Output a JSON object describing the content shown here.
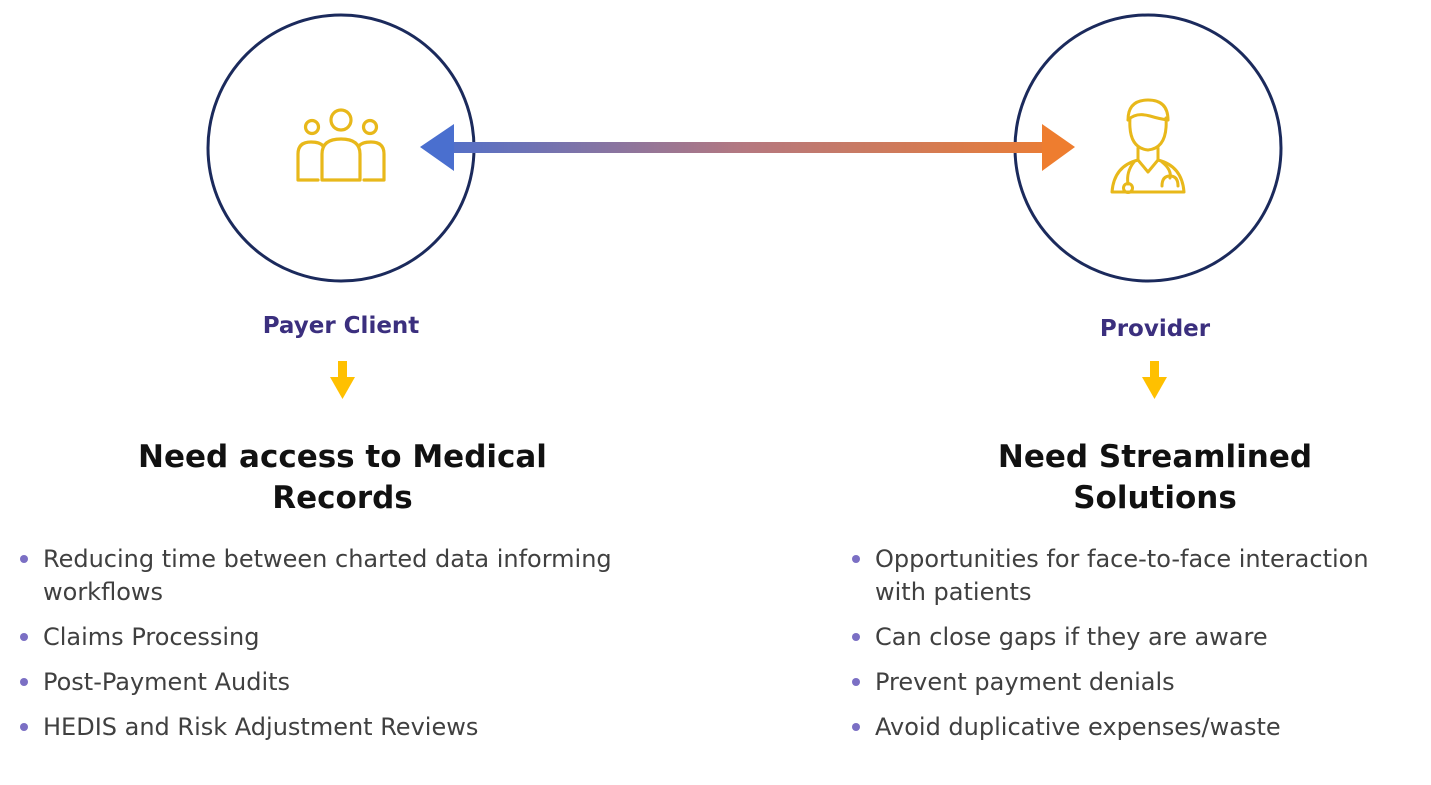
{
  "colors": {
    "circle_stroke": "#1b2a5c",
    "icon_gold": "#e8b81a",
    "arrow_left": "#4a6fcf",
    "arrow_right": "#ee7d2f",
    "down_arrow": "#ffc000",
    "label_purple": "#3b2f7e",
    "bullet_dot": "#7b6fc4"
  },
  "left": {
    "icon": "users-group-icon",
    "label": "Payer Client",
    "heading": "Need access to Medical Records",
    "bullets": [
      "Reducing time between charted data informing workflows",
      "Claims Processing",
      "Post-Payment Audits",
      "HEDIS and Risk Adjustment Reviews"
    ]
  },
  "right": {
    "icon": "doctor-icon",
    "label": "Provider",
    "heading": "Need Streamlined Solutions",
    "bullets": [
      "Opportunities for face-to-face interaction with patients",
      "Can close gaps if they are aware",
      "Prevent payment denials",
      "Avoid duplicative expenses/waste"
    ]
  },
  "connector": {
    "type": "double-headed-arrow"
  }
}
